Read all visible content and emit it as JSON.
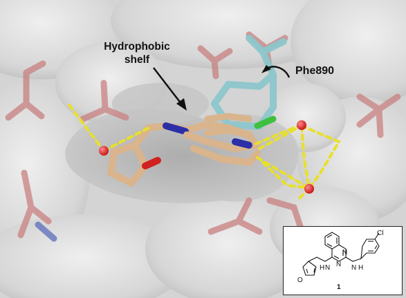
{
  "figure": {
    "labels": {
      "hydrophobic_shelf_line1": "Hydrophobic",
      "hydrophobic_shelf_line2": "shelf",
      "residue": "Phe890"
    },
    "inset": {
      "compound_number": "1",
      "atoms": {
        "chlorine": "Cl",
        "amine_left": "H",
        "amine_left_n": "N",
        "amine_right": "H",
        "amine_right_n": "N",
        "ring_n_top": "N",
        "ring_n_bottom": "N",
        "oxygen": "O"
      }
    },
    "colors": {
      "surface": "#d9d9d9",
      "ligand_carbon": "#d9b48c",
      "nitrogen": "#2b2fa8",
      "oxygen": "#d02020",
      "phenylalanine": "#8cc7cc",
      "chlorine": "#3fbf3f",
      "residue_sticks": "#c98080",
      "hbond": "#e8e02a"
    }
  }
}
